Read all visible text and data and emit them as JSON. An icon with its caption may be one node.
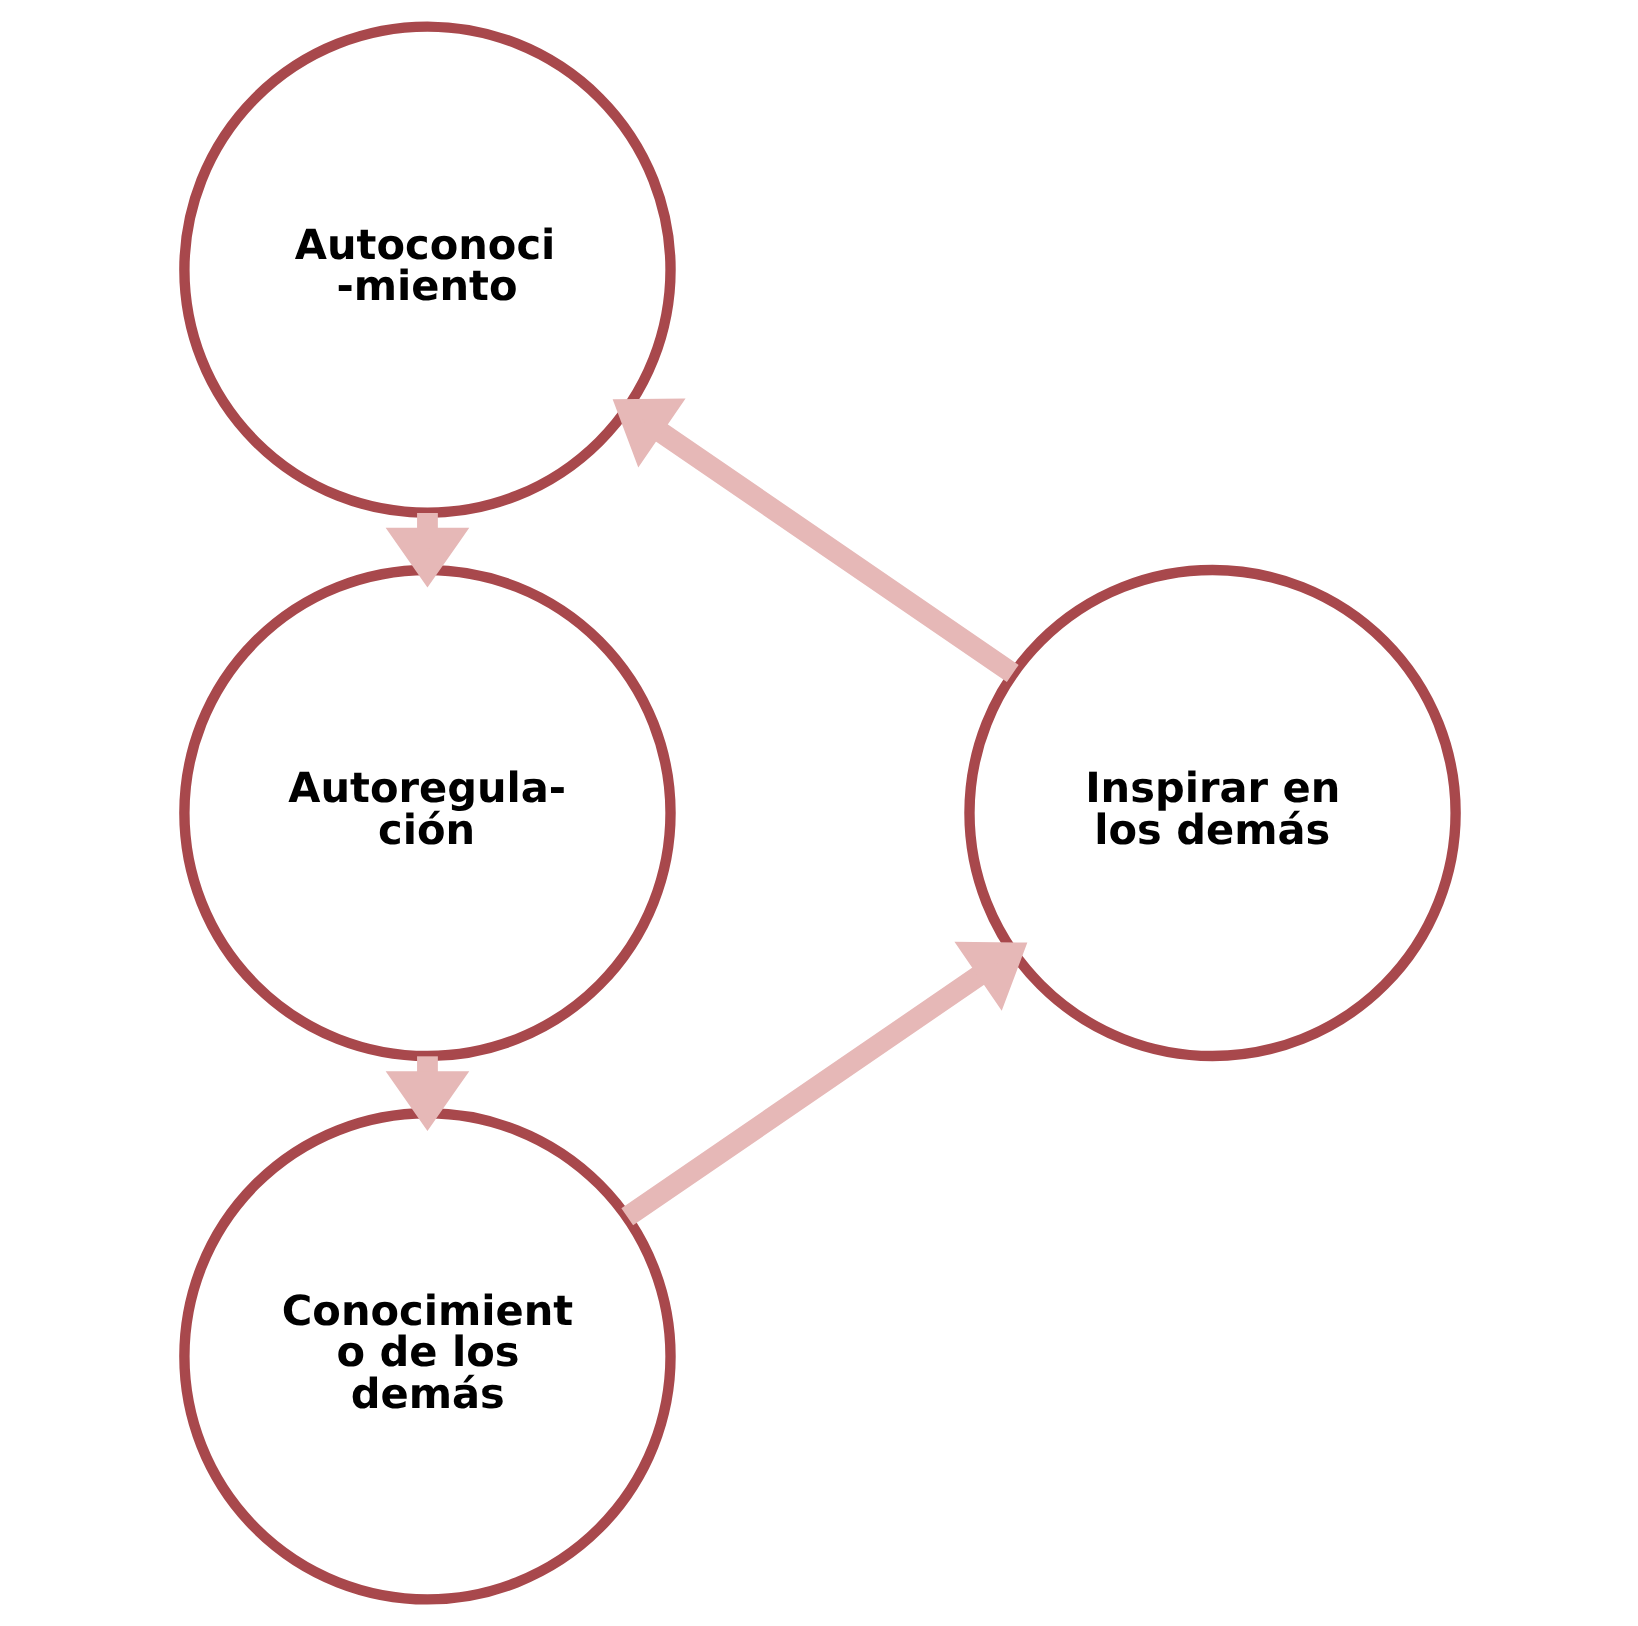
{
  "diagram": {
    "nodes": [
      {
        "text": [
          "Autoconoci -miento"
        ]
      },
      {
        "text": [
          "Autoregula- ción"
        ]
      },
      {
        "text": [
          "Conocimient o de los demás"
        ]
      },
      {
        "text": [
          "Inspirar en los demás"
        ]
      }
    ],
    "edges": [
      {
        "from": 0,
        "to": 1,
        "arrow": "to"
      },
      {
        "from": 1,
        "to": 2,
        "arrow": "to"
      },
      {
        "from": 2,
        "to": 3,
        "arrow": "to"
      },
      {
        "from": 3,
        "to": 0,
        "arrow": "to"
      }
    ]
  }
}
